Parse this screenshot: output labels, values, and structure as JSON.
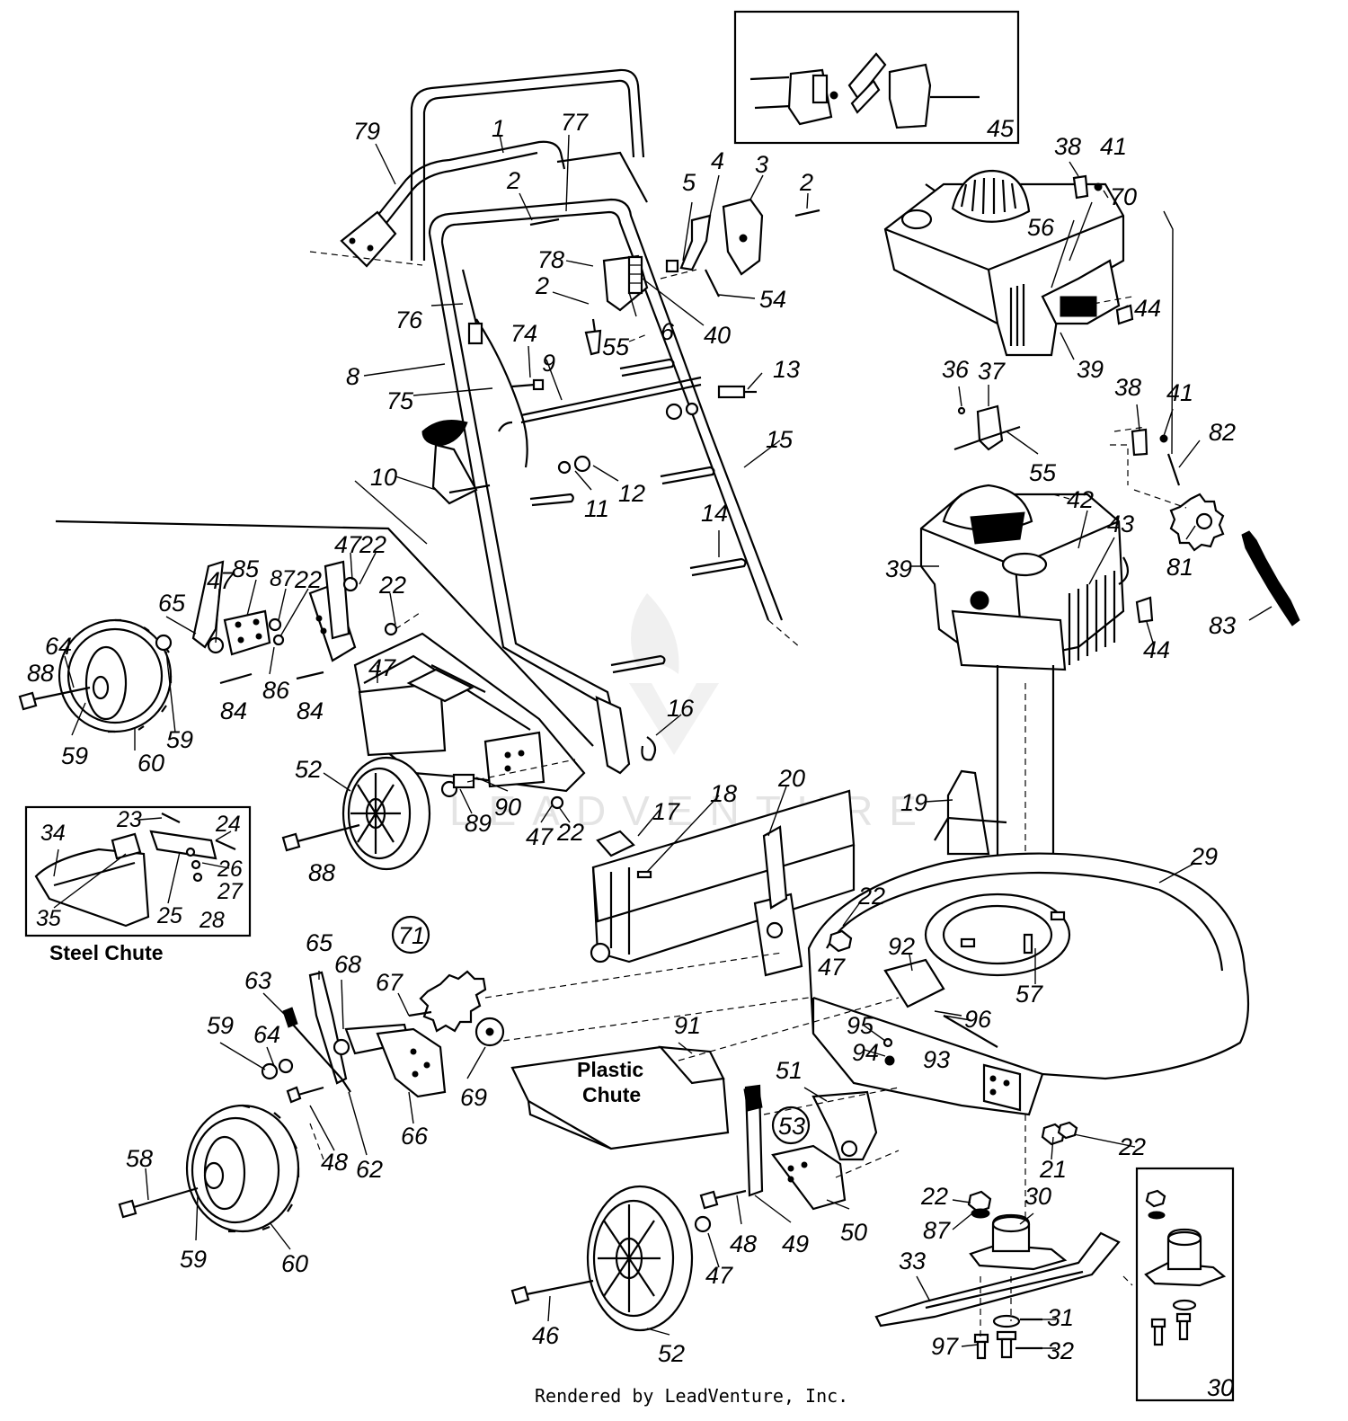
{
  "callouts": {
    "c1": "1",
    "c2a": "2",
    "c2b": "2",
    "c2c": "2",
    "c3": "3",
    "c4": "4",
    "c5": "5",
    "c6": "6",
    "c8": "8",
    "c9": "9",
    "c10": "10",
    "c11": "11",
    "c12": "12",
    "c13": "13",
    "c14": "14",
    "c15": "15",
    "c16": "16",
    "c17": "17",
    "c18": "18",
    "c19": "19",
    "c20": "20",
    "c21": "21",
    "c22a": "22",
    "c22b": "22",
    "c22c": "22",
    "c22d": "22",
    "c22e": "22",
    "c22f": "22",
    "c22g": "22",
    "c23": "23",
    "c24": "24",
    "c25": "25",
    "c26": "26",
    "c27": "27",
    "c28": "28",
    "c29": "29",
    "c30a": "30",
    "c30b": "30",
    "c31": "31",
    "c32": "32",
    "c33": "33",
    "c34": "34",
    "c35": "35",
    "c36": "36",
    "c37": "37",
    "c38a": "38",
    "c38b": "38",
    "c39a": "39",
    "c39b": "39",
    "c40": "40",
    "c41a": "41",
    "c41b": "41",
    "c42": "42",
    "c43": "43",
    "c44a": "44",
    "c44b": "44",
    "c45": "45",
    "c46": "46",
    "c47a": "47",
    "c47b": "47",
    "c47c": "47",
    "c47d": "47",
    "c47e": "47",
    "c47f": "47",
    "c48a": "48",
    "c48b": "48",
    "c49": "49",
    "c50": "50",
    "c51": "51",
    "c52a": "52",
    "c52b": "52",
    "c53": "53",
    "c54": "54",
    "c55a": "55",
    "c55b": "55",
    "c56": "56",
    "c57": "57",
    "c58": "58",
    "c59a": "59",
    "c59b": "59",
    "c59c": "59",
    "c59d": "59",
    "c60a": "60",
    "c60b": "60",
    "c62": "62",
    "c63": "63",
    "c64a": "64",
    "c64b": "64",
    "c65a": "65",
    "c65b": "65",
    "c66": "66",
    "c67": "67",
    "c68": "68",
    "c69": "69",
    "c70": "70",
    "c71": "71",
    "c74": "74",
    "c75": "75",
    "c76": "76",
    "c77": "77",
    "c78": "78",
    "c79": "79",
    "c81": "81",
    "c82": "82",
    "c83": "83",
    "c84a": "84",
    "c84b": "84",
    "c85": "85",
    "c86": "86",
    "c87a": "87",
    "c87b": "87",
    "c88a": "88",
    "c88b": "88",
    "c89": "89",
    "c90": "90",
    "c91": "91",
    "c92": "92",
    "c93": "93",
    "c94": "94",
    "c95": "95",
    "c96": "96",
    "c97": "97"
  },
  "labels": {
    "steel_chute": "Steel Chute",
    "plastic_chute_line1": "Plastic",
    "plastic_chute_line2": "Chute"
  },
  "watermark": "LEADVENTURE",
  "footer": "Rendered by LeadVenture, Inc."
}
